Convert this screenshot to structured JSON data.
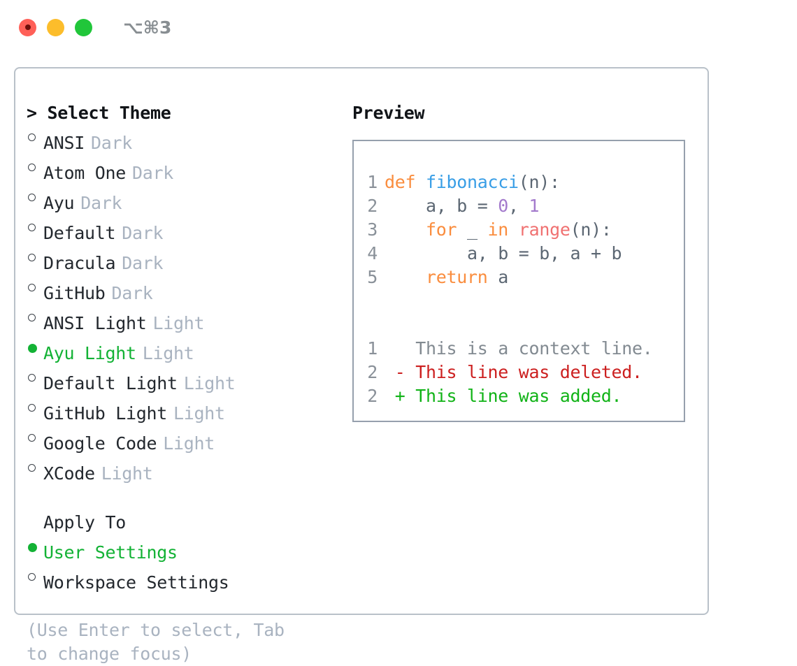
{
  "titlebar": {
    "shortcut": "⌥⌘3",
    "buttons": [
      {
        "name": "close",
        "color": "#ff6058"
      },
      {
        "name": "minimize",
        "color": "#fcbd2b"
      },
      {
        "name": "zoom",
        "color": "#21c63a"
      }
    ]
  },
  "theme_list": {
    "header": "> Select Theme",
    "items": [
      {
        "label": "ANSI",
        "tag": "Dark",
        "selected": false
      },
      {
        "label": "Atom One",
        "tag": "Dark",
        "selected": false
      },
      {
        "label": "Ayu",
        "tag": "Dark",
        "selected": false
      },
      {
        "label": "Default",
        "tag": "Dark",
        "selected": false
      },
      {
        "label": "Dracula",
        "tag": "Dark",
        "selected": false
      },
      {
        "label": "GitHub",
        "tag": "Dark",
        "selected": false
      },
      {
        "label": "ANSI Light",
        "tag": "Light",
        "selected": false
      },
      {
        "label": "Ayu Light",
        "tag": "Light",
        "selected": true
      },
      {
        "label": "Default Light",
        "tag": "Light",
        "selected": false
      },
      {
        "label": "GitHub Light",
        "tag": "Light",
        "selected": false
      },
      {
        "label": "Google Code",
        "tag": "Light",
        "selected": false
      },
      {
        "label": "XCode",
        "tag": "Light",
        "selected": false
      }
    ]
  },
  "apply_to": {
    "header": "Apply To",
    "items": [
      {
        "label": "User Settings",
        "selected": true
      },
      {
        "label": "Workspace Settings",
        "selected": false
      }
    ]
  },
  "hint": "(Use Enter to select, Tab to change focus)",
  "preview": {
    "header": "Preview",
    "code_lines": [
      {
        "no": "1",
        "tokens": [
          {
            "t": "def",
            "c": "tok-kw"
          },
          {
            "t": " ",
            "c": "tok-plain"
          },
          {
            "t": "fibonacci",
            "c": "tok-fn"
          },
          {
            "t": "(n):",
            "c": "tok-punc"
          }
        ]
      },
      {
        "no": "2",
        "tokens": [
          {
            "t": "    a, b = ",
            "c": "tok-plain"
          },
          {
            "t": "0",
            "c": "tok-num"
          },
          {
            "t": ", ",
            "c": "tok-plain"
          },
          {
            "t": "1",
            "c": "tok-num"
          }
        ]
      },
      {
        "no": "3",
        "tokens": [
          {
            "t": "    ",
            "c": "tok-plain"
          },
          {
            "t": "for",
            "c": "tok-kw"
          },
          {
            "t": " _ ",
            "c": "tok-plain"
          },
          {
            "t": "in",
            "c": "tok-kw"
          },
          {
            "t": " ",
            "c": "tok-plain"
          },
          {
            "t": "range",
            "c": "tok-call"
          },
          {
            "t": "(n):",
            "c": "tok-punc"
          }
        ]
      },
      {
        "no": "4",
        "tokens": [
          {
            "t": "        a, b = b, a + b",
            "c": "tok-plain"
          }
        ]
      },
      {
        "no": "5",
        "tokens": [
          {
            "t": "    ",
            "c": "tok-plain"
          },
          {
            "t": "return",
            "c": "tok-kw"
          },
          {
            "t": " a",
            "c": "tok-plain"
          }
        ]
      }
    ],
    "diff_lines": [
      {
        "no": "1",
        "marker": " ",
        "text": "This is a context line.",
        "kind": "diff-ctx"
      },
      {
        "no": "2",
        "marker": "-",
        "text": "This line was deleted.",
        "kind": "diff-del"
      },
      {
        "no": "2",
        "marker": "+",
        "text": "This line was added.",
        "kind": "diff-add"
      }
    ]
  },
  "colors": {
    "accent_green": "#13b235",
    "keyword": "#fa8d3e",
    "function": "#399ee6",
    "number": "#a37acc",
    "builtin": "#f07171",
    "plain_text": "#5c6773",
    "line_number": "#8a9199",
    "tag_muted": "#a9b3c0",
    "panel_border": "#b9c1c9",
    "preview_border": "#96a0ad",
    "diff_delete": "#cc1f1f",
    "diff_add": "#11b317"
  }
}
